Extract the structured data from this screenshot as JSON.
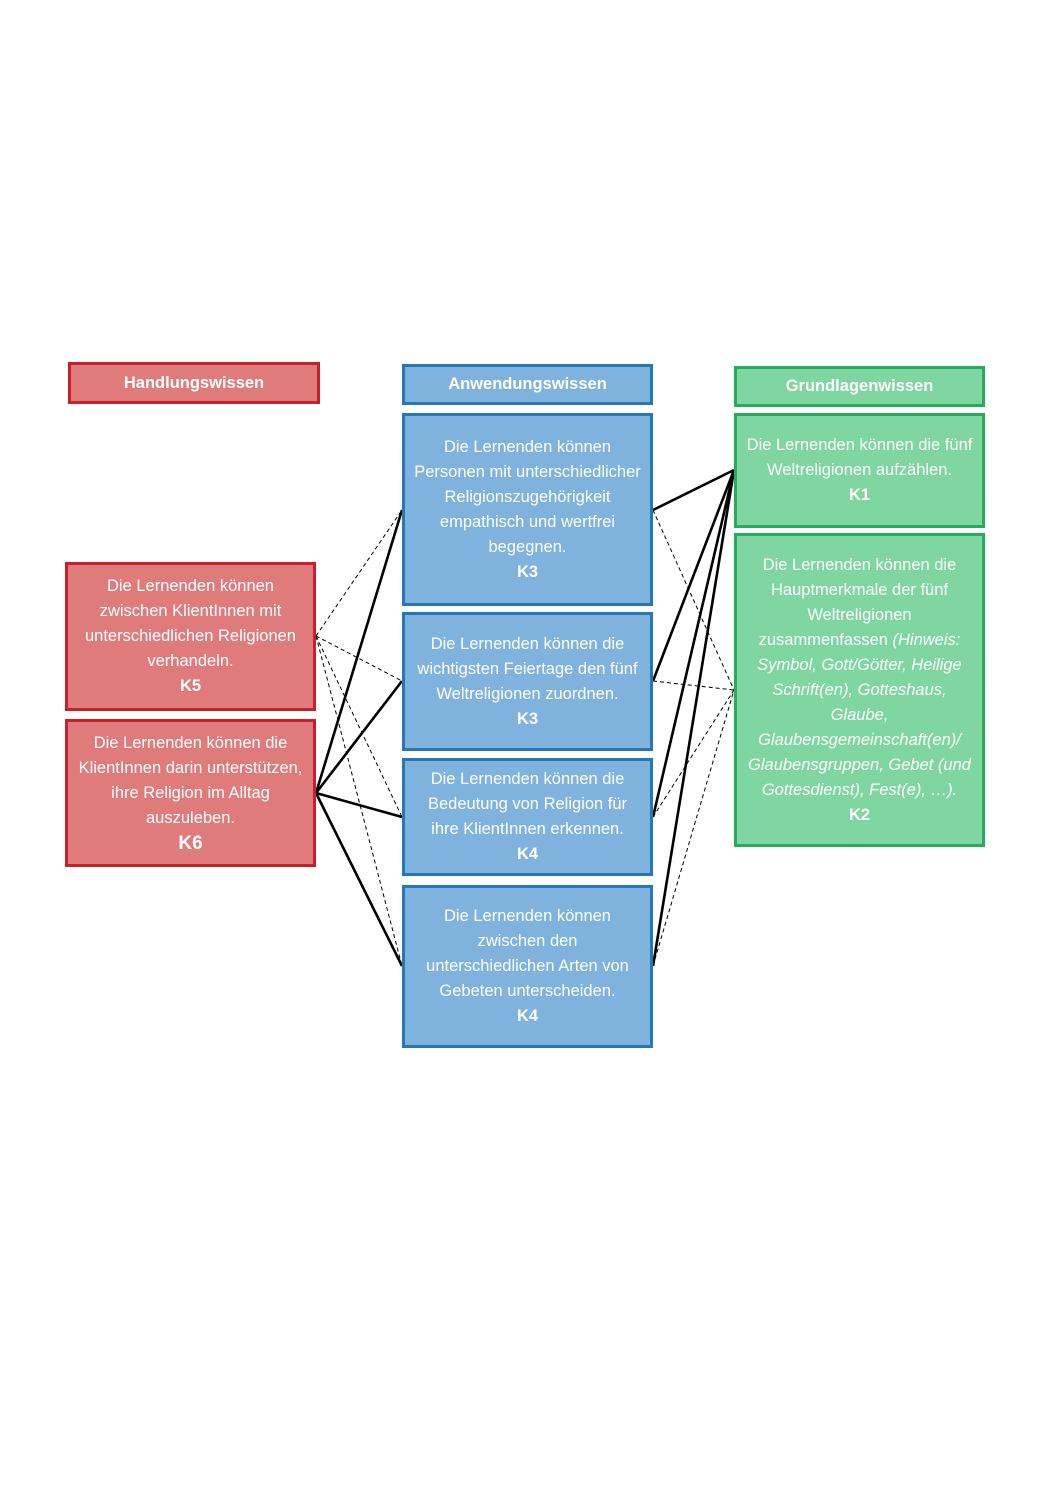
{
  "columns": {
    "handlung": {
      "title": "Handlungswissen",
      "color": "#e07b7b",
      "border": "#c8202b",
      "items": [
        {
          "text": "Die Lernenden können zwischen KlientInnen mit unterschiedlichen Religionen verhandeln.",
          "code": "K5"
        },
        {
          "text": "Die Lernenden können die KlientInnen darin unterstützen, ihre Religion im Alltag auszuleben.",
          "code": "K6"
        }
      ]
    },
    "anwendung": {
      "title": "Anwendungswissen",
      "color": "#7fb3de",
      "border": "#2677b8",
      "items": [
        {
          "text": "Die Lernenden können Personen mit unterschiedlicher Religionszugehörigkeit empathisch und wertfrei begegnen.",
          "code": "K3"
        },
        {
          "text": "Die Lernenden können die wichtigsten Feiertage den fünf Weltreligionen zuordnen.",
          "code": "K3"
        },
        {
          "text": "Die Lernenden können die Bedeutung von Religion für ihre KlientInnen erkennen.",
          "code": "K4"
        },
        {
          "text": "Die Lernenden können zwischen den unterschiedlichen Arten von Gebeten unterscheiden.",
          "code": "K4"
        }
      ]
    },
    "grundlagen": {
      "title": "Grundlagenwissen",
      "color": "#7fd6a0",
      "border": "#27ab5c",
      "items": [
        {
          "text": "Die Lernenden können die fünf Weltreligionen aufzählen.",
          "code": "K1"
        },
        {
          "text": "Die Lernenden können die Hauptmerkmale der fünf Weltreligionen zusammenfassen",
          "note": "(Hinweis: Symbol, Gott/Götter, Heilige Schrift(en), Gotteshaus, Glaube, Glaubensgemeinschaft(en)/ Glaubensgruppen, Gebet (und Gottesdienst), Fest(e), …).",
          "code": "K2"
        }
      ]
    }
  },
  "connections": [
    {
      "from": "K5",
      "to": "K3a",
      "style": "dashed"
    },
    {
      "from": "K5",
      "to": "K3b",
      "style": "dashed"
    },
    {
      "from": "K5",
      "to": "K4a",
      "style": "dashed"
    },
    {
      "from": "K5",
      "to": "K4b",
      "style": "dashed"
    },
    {
      "from": "K6",
      "to": "K3a",
      "style": "solid"
    },
    {
      "from": "K6",
      "to": "K3b",
      "style": "solid"
    },
    {
      "from": "K6",
      "to": "K4a",
      "style": "solid"
    },
    {
      "from": "K6",
      "to": "K4b",
      "style": "solid"
    },
    {
      "from": "K3a",
      "to": "K1",
      "style": "solid"
    },
    {
      "from": "K3b",
      "to": "K1",
      "style": "solid"
    },
    {
      "from": "K4a",
      "to": "K1",
      "style": "solid"
    },
    {
      "from": "K4b",
      "to": "K1",
      "style": "solid"
    },
    {
      "from": "K3a",
      "to": "K2",
      "style": "dashed"
    },
    {
      "from": "K3b",
      "to": "K2",
      "style": "dashed"
    },
    {
      "from": "K4a",
      "to": "K2",
      "style": "dashed"
    },
    {
      "from": "K4b",
      "to": "K2",
      "style": "dashed"
    }
  ]
}
